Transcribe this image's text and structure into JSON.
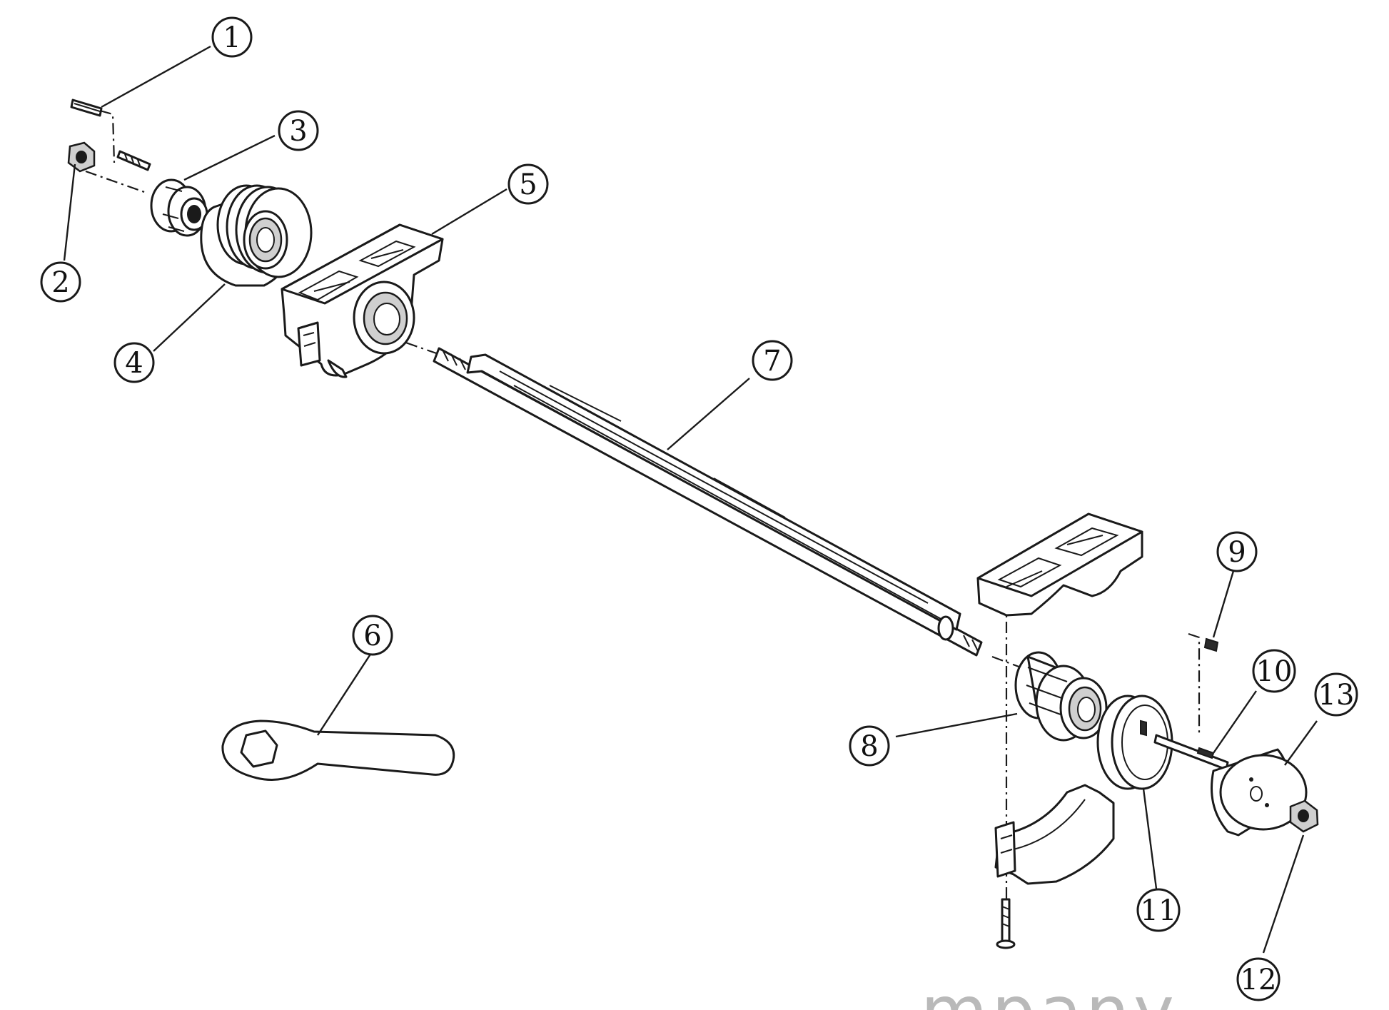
{
  "callouts": [
    {
      "id": "1",
      "label": "1"
    },
    {
      "id": "2",
      "label": "2"
    },
    {
      "id": "3",
      "label": "3"
    },
    {
      "id": "4",
      "label": "4"
    },
    {
      "id": "5",
      "label": "5"
    },
    {
      "id": "6",
      "label": "6"
    },
    {
      "id": "7",
      "label": "7"
    },
    {
      "id": "8",
      "label": "8"
    },
    {
      "id": "9",
      "label": "9"
    },
    {
      "id": "10",
      "label": "10"
    },
    {
      "id": "11",
      "label": "11"
    },
    {
      "id": "12",
      "label": "12"
    },
    {
      "id": "13",
      "label": "13"
    }
  ],
  "watermark": "mpany"
}
